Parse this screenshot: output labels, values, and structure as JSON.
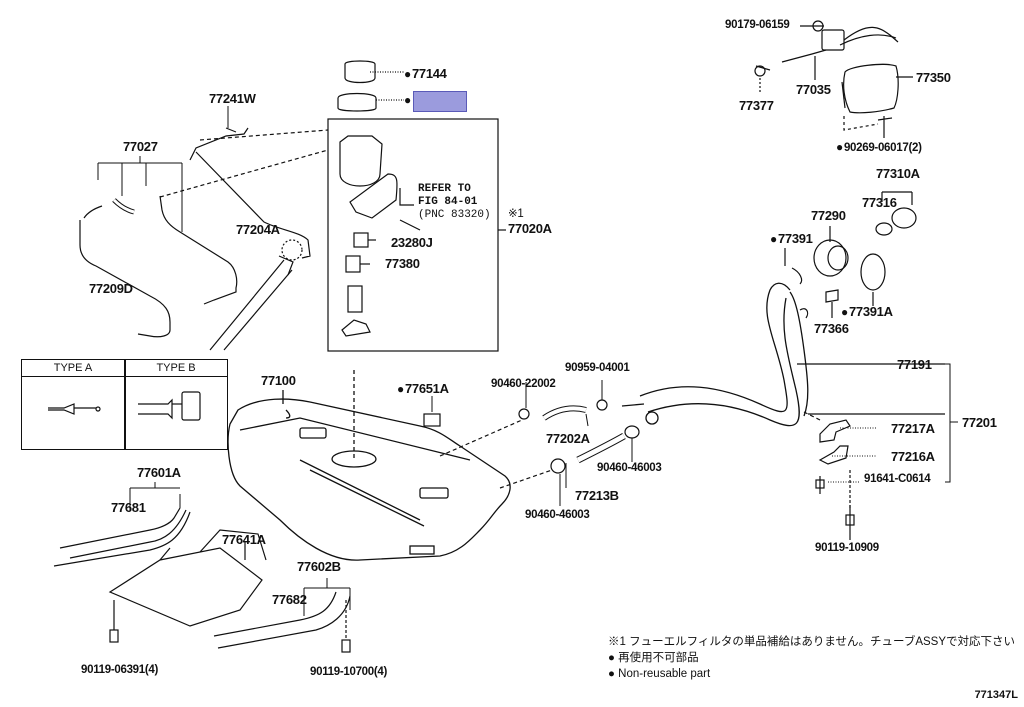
{
  "diagram": {
    "title": "Fuel tank & tube parts diagram",
    "figure_number": "771347L",
    "highlighted_part": {
      "color": "#9b9bdd",
      "label": ""
    },
    "fuel_pump_module": {
      "assembly": {
        "mark": "※1",
        "part": "77020A"
      },
      "refer": [
        "REFER TO",
        "FIG 84-01",
        "(PNC 83320)"
      ]
    },
    "labels": {
      "p90179_06159": "90179-06159",
      "p77035": "77035",
      "p77377": "77377",
      "p77350": "77350",
      "p90269_06017": "90269-06017(2)",
      "p77310A": "77310A",
      "p77316": "77316",
      "p77290": "77290",
      "p77391": "77391",
      "p77391A": "77391A",
      "p77366": "77366",
      "p77144": "77144",
      "p77241W": "77241W",
      "p77027": "77027",
      "p77204A": "77204A",
      "p77209D": "77209D",
      "p23280J": "23280J",
      "p77380": "77380",
      "p77020A": "77020A",
      "p77100": "77100",
      "p77651A": "77651A",
      "p90460_22002": "90460-22002",
      "p90959_04001": "90959-04001",
      "p77202A": "77202A",
      "p90460_46003_a": "90460-46003",
      "p77213B": "77213B",
      "p90460_46003_b": "90460-46003",
      "p77191": "77191",
      "p77201": "77201",
      "p77217A": "77217A",
      "p77216A": "77216A",
      "p91641_C0614": "91641-C0614",
      "p90119_10909": "90119-10909",
      "p77601A": "77601A",
      "p77681": "77681",
      "p77641A": "77641A",
      "p77602B": "77602B",
      "p77682": "77682",
      "p90119_06391": "90119-06391(4)",
      "p90119_10700": "90119-10700(4)"
    },
    "type_table": {
      "type_a": "TYPE A",
      "type_b": "TYPE B"
    },
    "notes": {
      "note1": "※1 フューエルフィルタの単品補給はありません。チューブASSYで対応下さい",
      "legend_jp": "● 再使用不可部品",
      "legend_en": "● Non-reusable part"
    }
  }
}
